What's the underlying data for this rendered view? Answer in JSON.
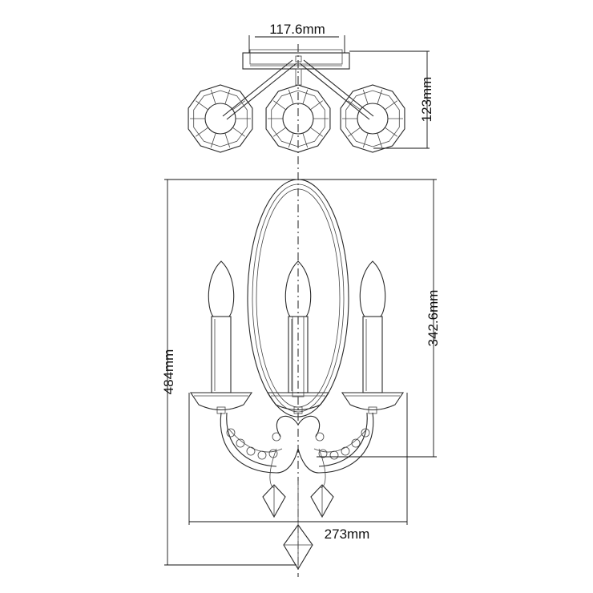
{
  "dimensions": {
    "top_width": "117.6mm",
    "top_depth": "123mm",
    "total_height": "484mm",
    "upper_height": "342.6mm",
    "total_width": "273mm"
  },
  "colors": {
    "line": "#2a2a2a",
    "background": "#ffffff"
  }
}
